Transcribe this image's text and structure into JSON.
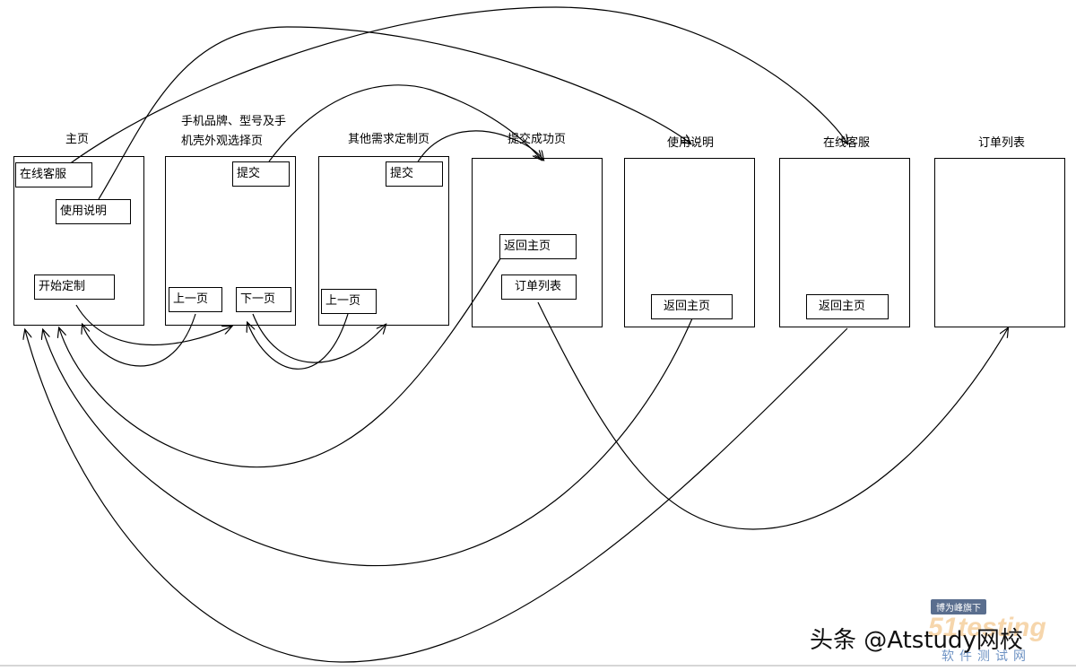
{
  "pages": {
    "home": {
      "title": "主页",
      "buttons": {
        "customer_service": "在线客服",
        "instructions": "使用说明",
        "start": "开始定制"
      }
    },
    "phone_select": {
      "title_line1": "手机品牌、型号及手",
      "title_line2": "机壳外观选择页",
      "buttons": {
        "submit": "提交",
        "prev": "上一页",
        "next": "下一页"
      }
    },
    "other_needs": {
      "title": "其他需求定制页",
      "buttons": {
        "submit": "提交",
        "prev": "上一页"
      }
    },
    "submit_success": {
      "title": "提交成功页",
      "buttons": {
        "back_home": "返回主页",
        "order_list": "订单列表"
      }
    },
    "instructions": {
      "title": "使用说明",
      "buttons": {
        "back_home": "返回主页"
      }
    },
    "customer_service": {
      "title": "在线客服",
      "buttons": {
        "back_home": "返回主页"
      }
    },
    "order_list": {
      "title": "订单列表"
    }
  },
  "watermark": {
    "badge": "博为峰旗下",
    "brand": "51testing",
    "sub": "软件测试网",
    "signature": "头条 @Atstudy网校"
  },
  "colors": {
    "line": "#000000",
    "background": "#ffffff"
  }
}
